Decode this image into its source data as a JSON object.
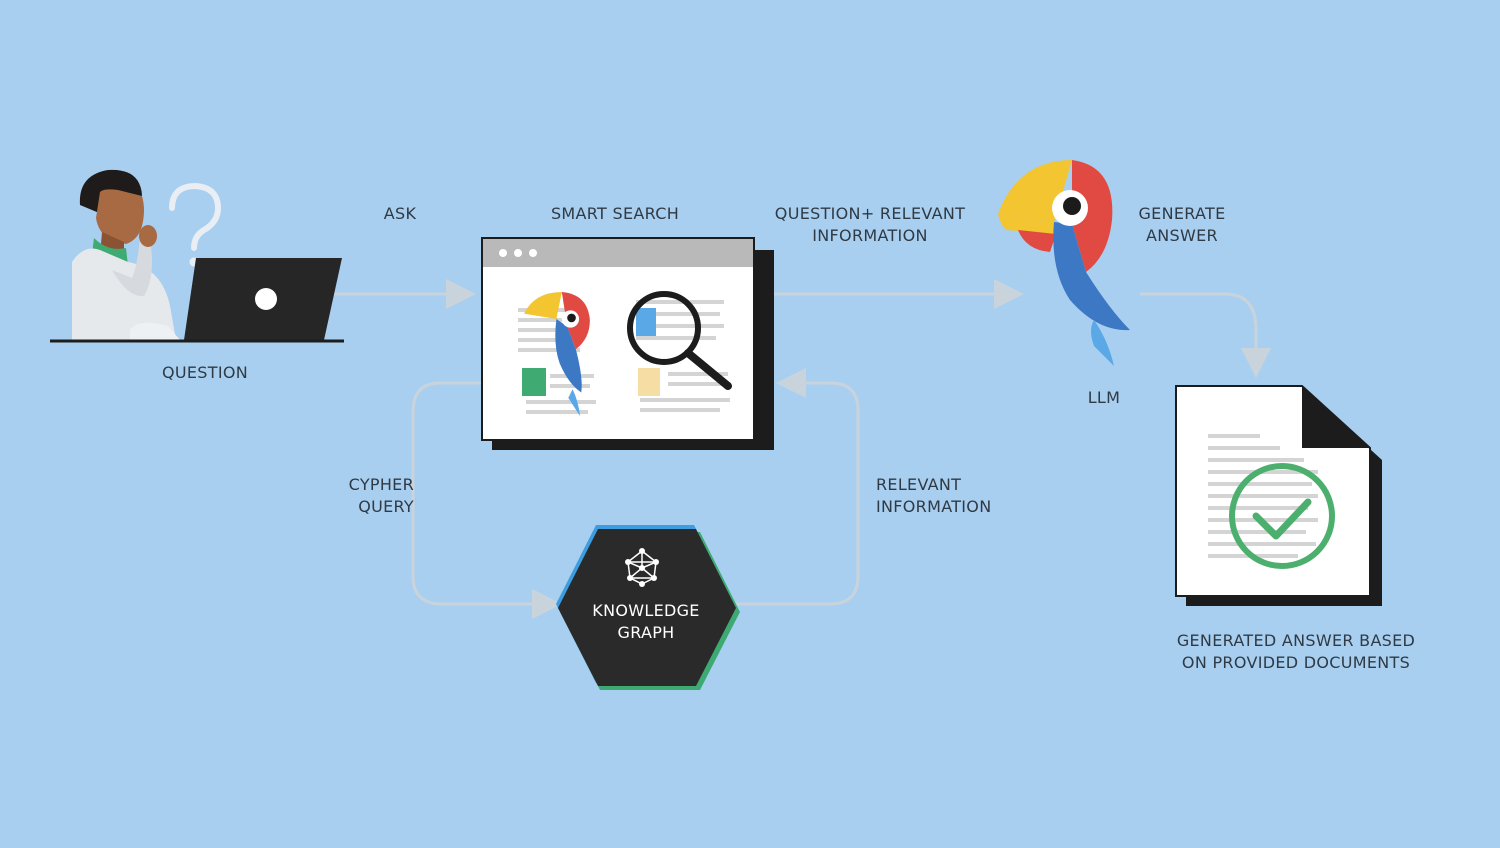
{
  "labels": {
    "question": "QUESTION",
    "ask": "ASK",
    "smart_search": "SMART SEARCH",
    "question_relevant": [
      "QUESTION+ RELEVANT",
      "INFORMATION"
    ],
    "generate_answer": [
      "GENERATE",
      "ANSWER"
    ],
    "llm": "LLM",
    "cypher_query": [
      "CYPHER",
      "QUERY"
    ],
    "relevant_information": [
      "RELEVANT",
      "INFORMATION"
    ],
    "knowledge_graph": [
      "KNOWLEDGE",
      "GRAPH"
    ],
    "generated_answer": [
      "GENERATED ANSWER BASED",
      "ON PROVIDED DOCUMENTS"
    ]
  },
  "colors": {
    "background": "#a9cff0",
    "parrot_yellow": "#f2c531",
    "parrot_red": "#e04a43",
    "parrot_blue": "#3d78c4",
    "parrot_light_blue": "#5aa9e6",
    "knowledge_graph_fill": "#2a2a2a",
    "knowledge_graph_blue": "#3d9de0",
    "knowledge_graph_green": "#3daa73",
    "check_green": "#4caf6e",
    "arrow": "#c9d3dc"
  },
  "icons": [
    "person-icon",
    "question-mark-icon",
    "laptop-icon",
    "browser-window-icon",
    "parrot-icon",
    "magnifier-icon",
    "network-icon",
    "document-icon",
    "checkmark-icon"
  ]
}
